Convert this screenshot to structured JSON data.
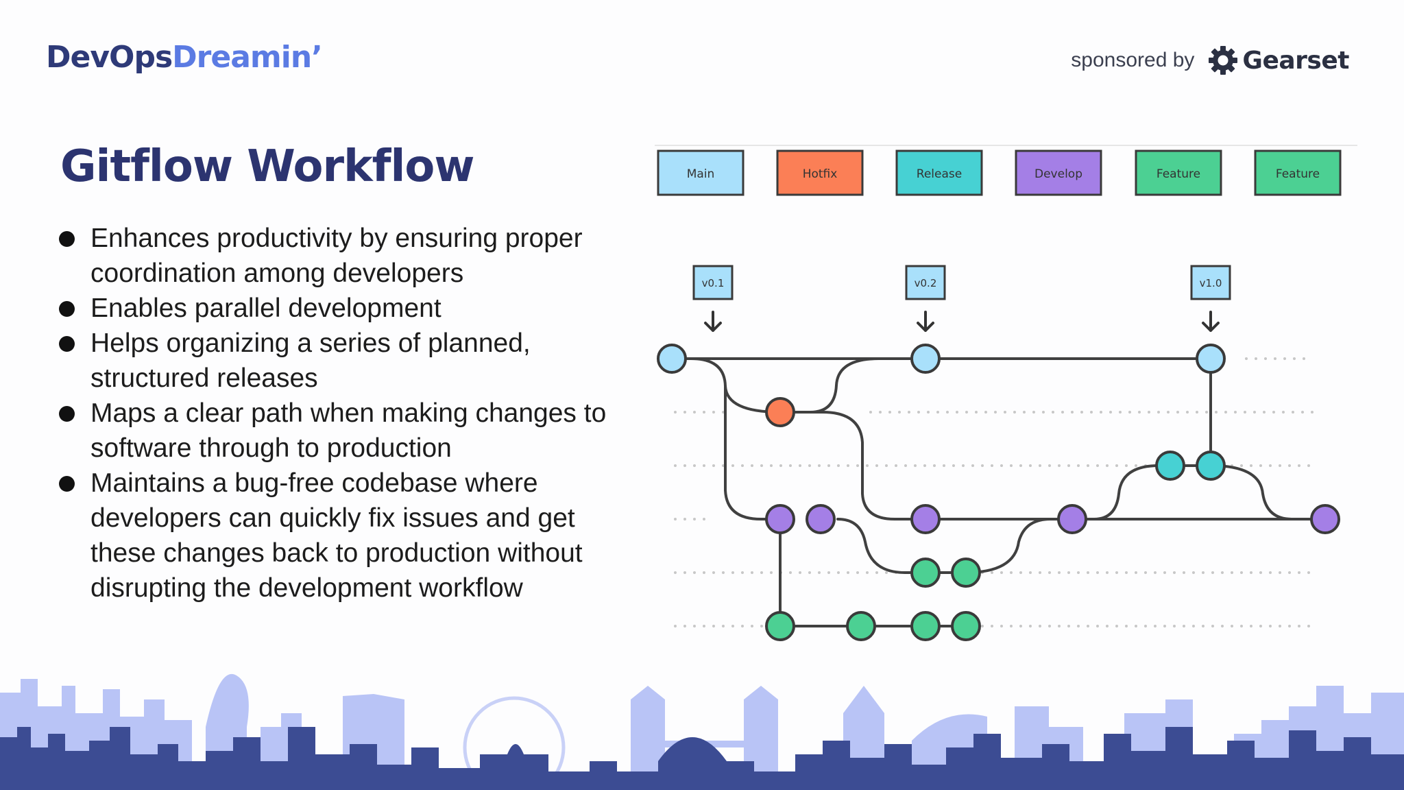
{
  "header": {
    "brand_part1": "DevOps",
    "brand_part2": "Dreamin’",
    "sponsor_text": "sponsored by",
    "sponsor_name": "Gearset",
    "sponsor_icon": "gear-icon"
  },
  "slide": {
    "title": "Gitflow Workflow",
    "bullets": [
      "Enhances productivity by ensuring proper coordination among developers",
      "Enables parallel development",
      "Helps organizing a series of planned, structured releases",
      "Maps a clear path when making changes to software through to production",
      "Maintains a bug-free codebase where developers can quickly fix issues and get these changes back to production without disrupting the development workflow"
    ]
  },
  "diagram": {
    "branches": [
      {
        "label": "Main",
        "color": "#a9e0fb"
      },
      {
        "label": "Hotfix",
        "color": "#fb7f56"
      },
      {
        "label": "Release",
        "color": "#47d1d3"
      },
      {
        "label": "Develop",
        "color": "#a47fe6"
      },
      {
        "label": "Feature",
        "color": "#4cd093"
      },
      {
        "label": "Feature",
        "color": "#4cd093"
      }
    ],
    "versions": [
      "v0.1",
      "v0.2",
      "v1.0"
    ],
    "line_color": "#404040"
  },
  "colors": {
    "brand_dark": "#2e3a78",
    "brand_accent": "#5b7be3",
    "skyline_back": "#b9c4f6",
    "skyline_front": "#3c4c93"
  }
}
